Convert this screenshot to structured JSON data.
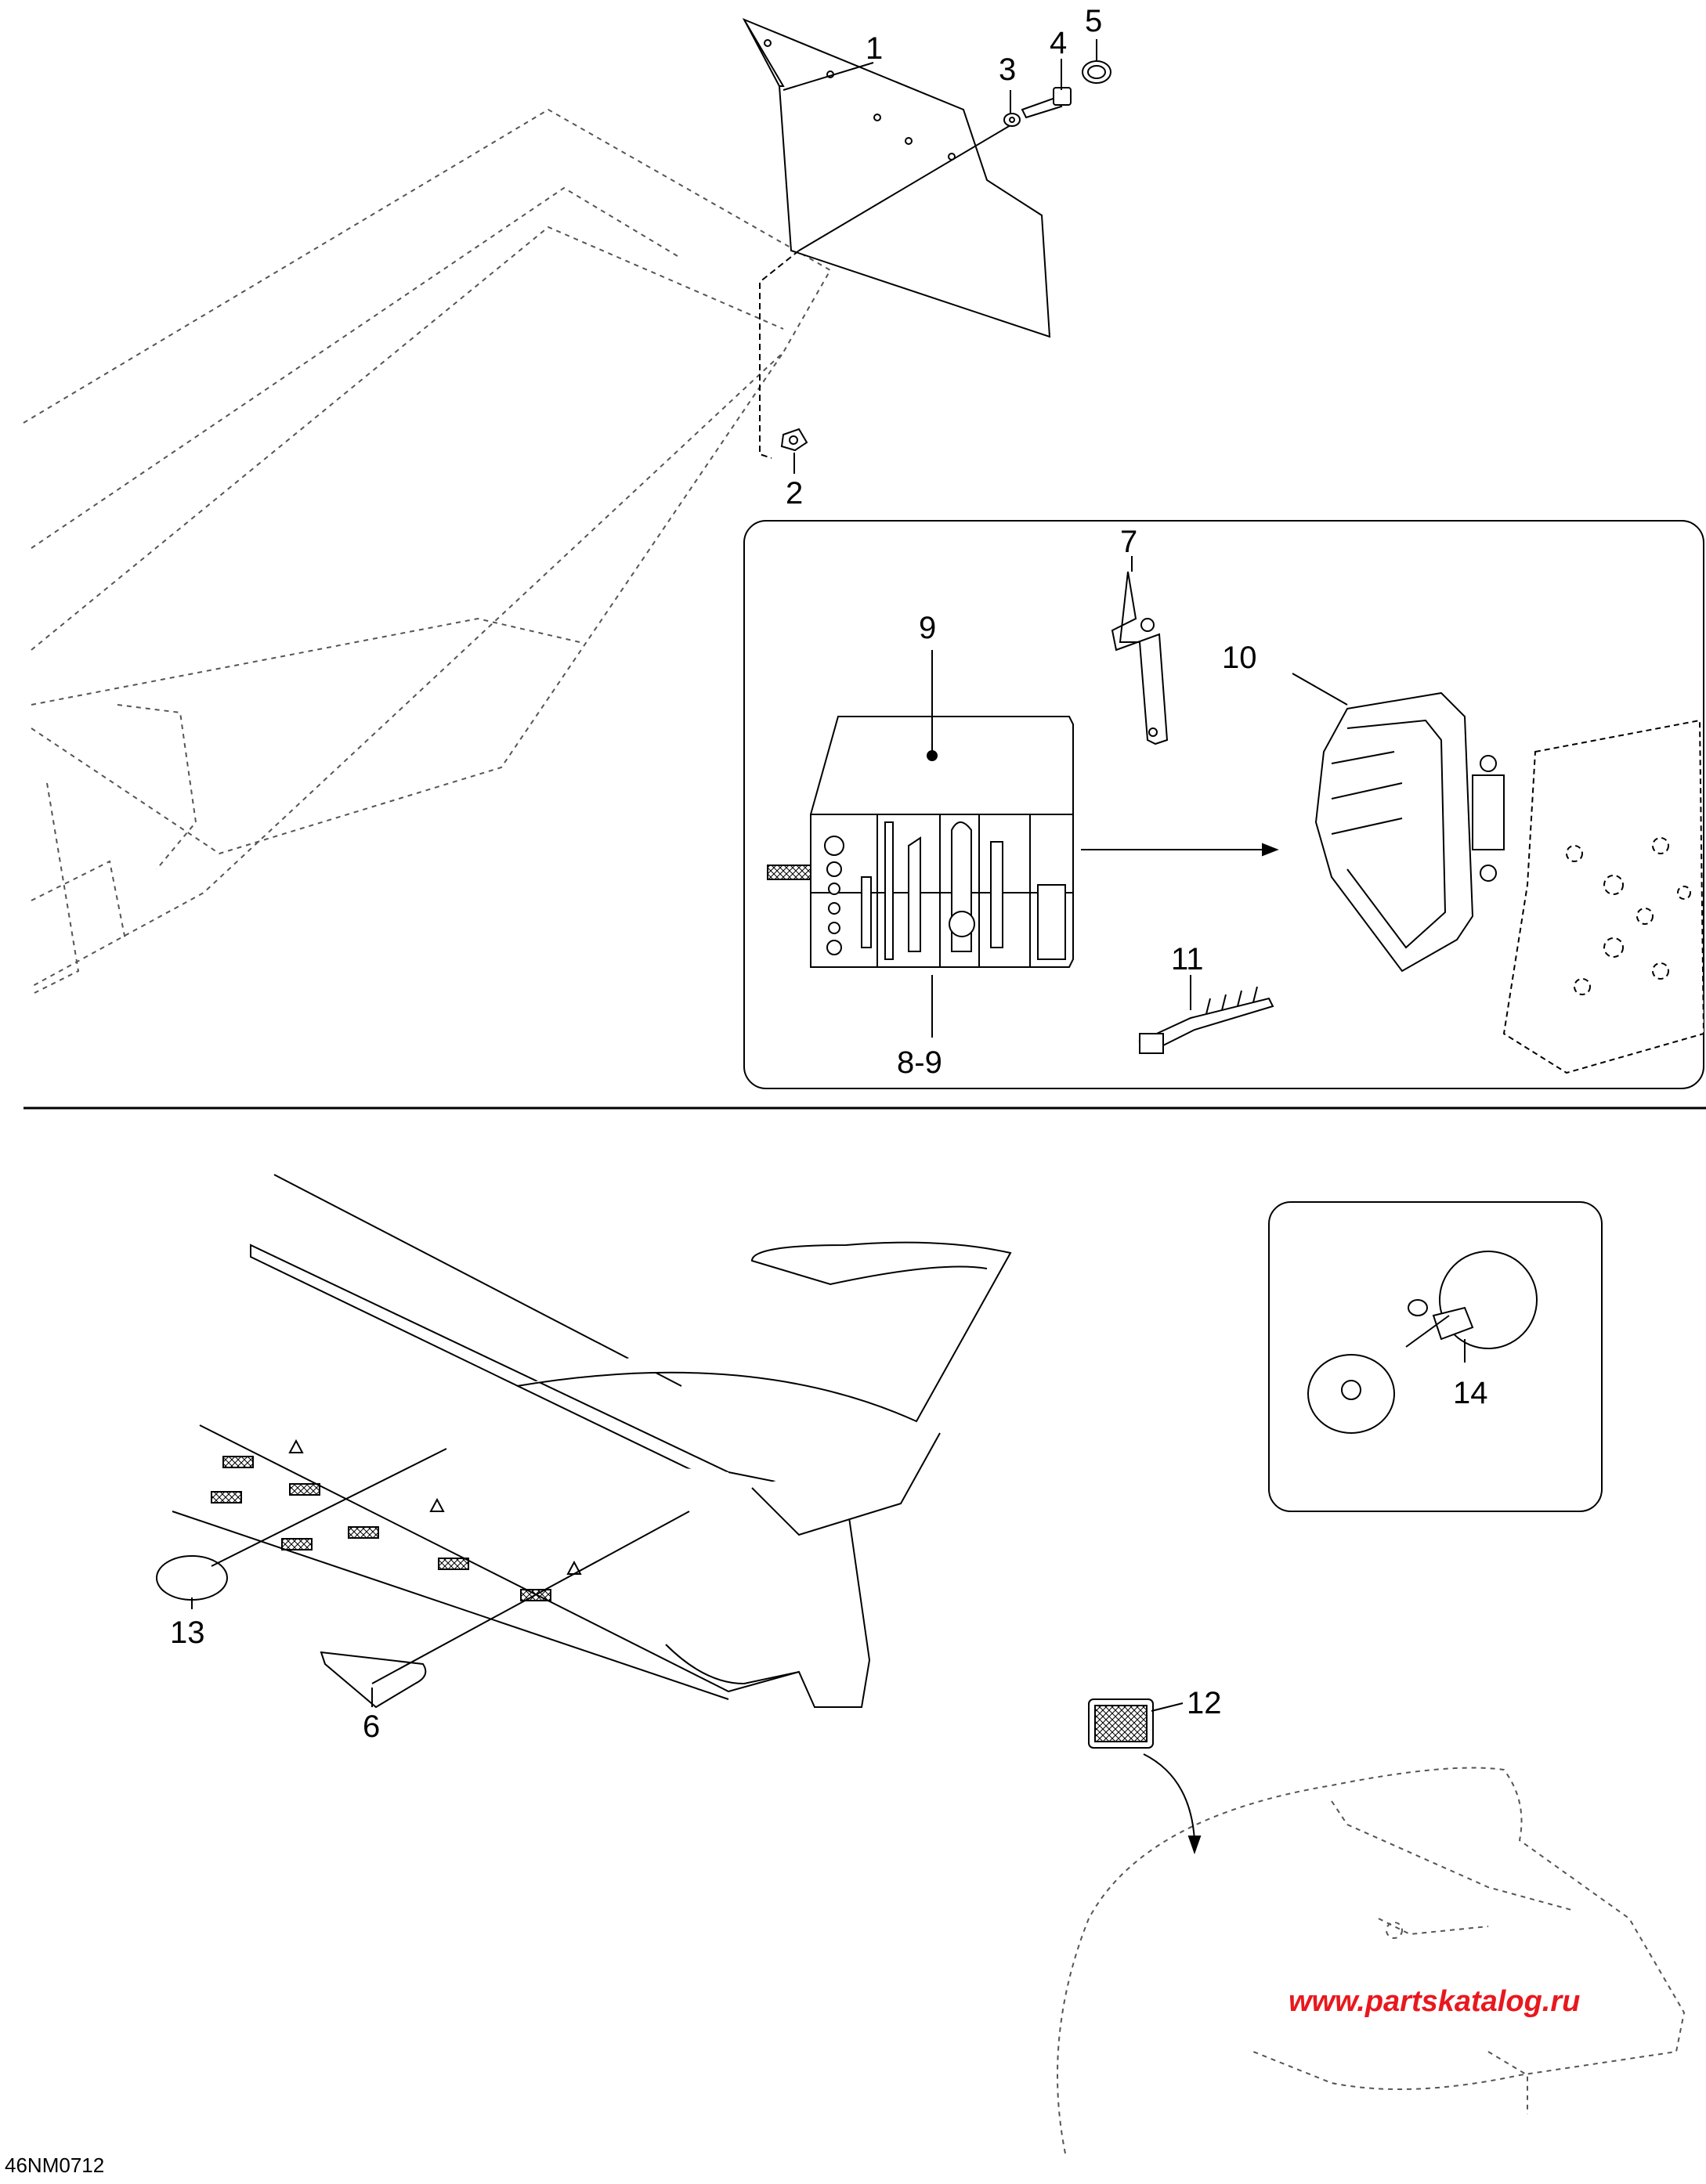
{
  "diagram": {
    "code": "46NM0712",
    "watermark": "www.partskatalog.ru",
    "callouts": {
      "c1": "1",
      "c2": "2",
      "c3": "3",
      "c4": "4",
      "c5": "5",
      "c6": "6",
      "c7": "7",
      "c8_9": "8-9",
      "c9": "9",
      "c10": "10",
      "c11": "11",
      "c12": "12",
      "c13": "13",
      "c14": "14"
    }
  }
}
